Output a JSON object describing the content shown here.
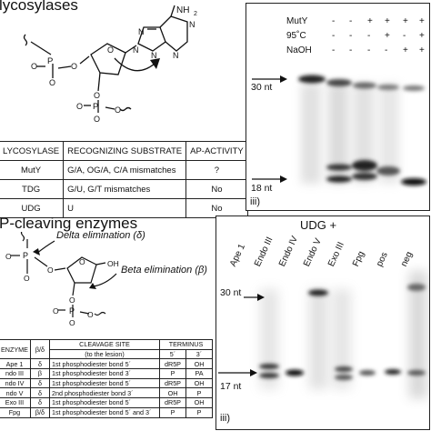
{
  "section_a": {
    "heading": "lycosylases",
    "molecule": {
      "nh2_label": "NH",
      "nh2_sub": "2",
      "n_label": "N"
    },
    "table": {
      "headers": [
        "LYCOSYLASE",
        "RECOGNIZING SUBSTRATE",
        "AP-ACTIVITY"
      ],
      "rows": [
        [
          "MutY",
          "G/A, OG/A, C/A mismatches",
          "?"
        ],
        [
          "TDG",
          "G/U, G/T mismatches",
          "No"
        ],
        [
          "UDG",
          "U",
          "No"
        ]
      ]
    }
  },
  "section_b": {
    "heading": "P-cleaving enzymes",
    "delta_label": "Delta elimination (δ)",
    "beta_label": "Beta elimination (β)",
    "oh_label": "OH",
    "table": {
      "col_enzyme": "ENZYME",
      "col_bd": "β/δ",
      "col_site": "CLEAVAGE SITE",
      "col_site_sub": "(to the lesion)",
      "col_terminus": "TERMINUS",
      "col_5": "5´",
      "col_3": "3´",
      "rows": [
        [
          "Ape 1",
          "δ",
          "1st phosphodiester bond 5´",
          "dR5P",
          "OH"
        ],
        [
          "ndo III",
          "β",
          "1st phosphodiester bond 3´",
          "P",
          "PA"
        ],
        [
          "ndo IV",
          "δ",
          "1st phosphodiester bond 5´",
          "dR5P",
          "OH"
        ],
        [
          "ndo V",
          "δ",
          "2nd phosphodiester bond 3´",
          "OH",
          "P"
        ],
        [
          "Exo III",
          "δ",
          "1st phosphodiester bond 5´",
          "dR5P",
          "OH"
        ],
        [
          "Fpg",
          "β/δ",
          "1st phosphodiester bond 5´ and 3´",
          "P",
          "P"
        ]
      ]
    }
  },
  "gel_top": {
    "row_labels": [
      "MutY",
      "95˚C",
      "NaOH"
    ],
    "signs": [
      [
        "-",
        "-",
        "+",
        "+",
        "+",
        "+"
      ],
      [
        "-",
        "-",
        "-",
        "+",
        "-",
        "+"
      ],
      [
        "-",
        "-",
        "-",
        "-",
        "+",
        "+"
      ]
    ],
    "marker_30": "30 nt",
    "marker_18": "18 nt",
    "panel_label": "iii)"
  },
  "gel_bottom": {
    "title": "UDG +",
    "lanes": [
      "Ape 1",
      "Endo III",
      "Endo IV",
      "Endo V",
      "Exo III",
      "Fpg",
      "pos",
      "neg"
    ],
    "marker_30": "30 nt",
    "marker_17": "17 nt",
    "panel_label": "iii)"
  }
}
